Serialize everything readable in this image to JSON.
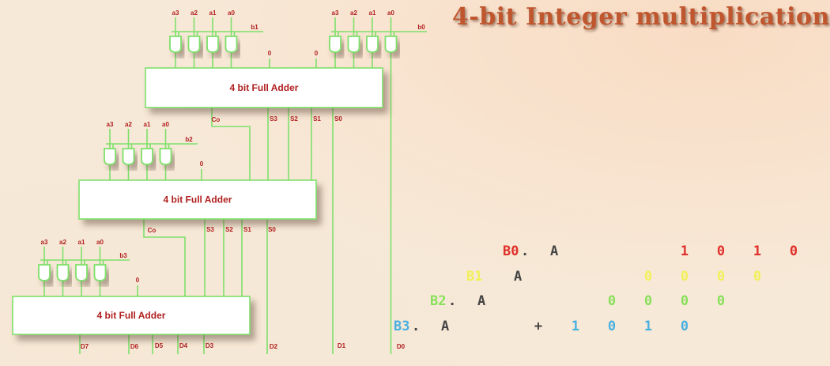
{
  "title": "4-bit Integer multiplication",
  "colors": {
    "wire": "#7ee06b",
    "label": "#b01f1f",
    "box_fill": "#ffffff",
    "title": "#c0562e",
    "row_b0": "#e0302a",
    "row_b1": "#f2f05a",
    "row_b2": "#88e05a",
    "row_b3": "#4ab0e0",
    "dark_text": "#444444"
  },
  "circuit": {
    "adder_label": "4 bit Full Adder",
    "a_labels": [
      "a3",
      "a2",
      "a1",
      "a0"
    ],
    "b_labels": [
      "b0",
      "b1",
      "b2",
      "b3"
    ],
    "zero": "0",
    "carry_label": "Co",
    "sum_labels": [
      "S3",
      "S2",
      "S1",
      "S0"
    ],
    "outputs": [
      "D7",
      "D6",
      "D5",
      "D4",
      "D3",
      "D2",
      "D1",
      "D0"
    ]
  },
  "multiplication": {
    "rows": [
      {
        "prefix": "B0",
        "sep": ".",
        "operand": "A",
        "sign": "",
        "bits": [
          "1",
          "0",
          "1",
          "0"
        ]
      },
      {
        "prefix": "B1",
        "sep": "",
        "operand": "A",
        "sign": "",
        "bits": [
          "0",
          "0",
          "0",
          "0"
        ]
      },
      {
        "prefix": "B2",
        "sep": ".",
        "operand": "A",
        "sign": "",
        "bits": [
          "0",
          "0",
          "0",
          "0"
        ]
      },
      {
        "prefix": "B3",
        "sep": ".",
        "operand": "A",
        "sign": "+",
        "bits": [
          "1",
          "0",
          "1",
          "0"
        ]
      }
    ]
  }
}
